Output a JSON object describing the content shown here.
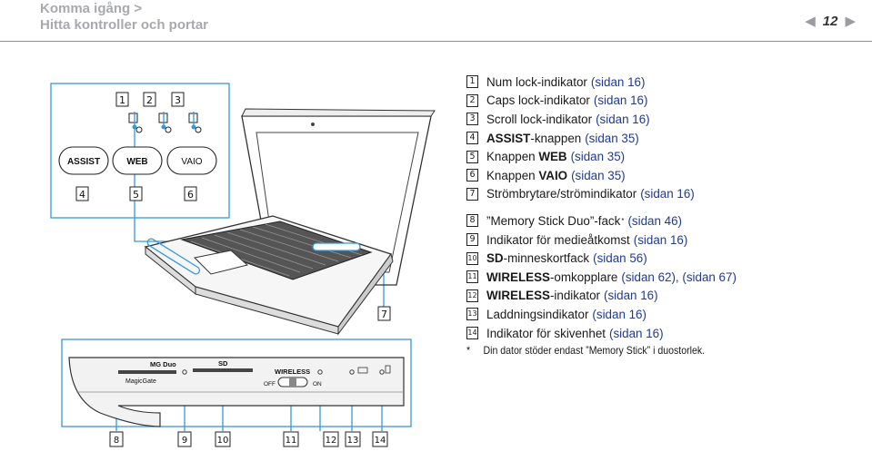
{
  "header": {
    "title": "Komma igång >",
    "subtitle": "Hitta kontroller och portar",
    "page_number": "12",
    "prev_icon": "triangle-left-icon",
    "next_icon": "triangle-right-icon"
  },
  "legend": [
    {
      "num": "1",
      "pre": "",
      "bold": "",
      "name": "Num lock-indikator",
      "ref": "(sidan 16)"
    },
    {
      "num": "2",
      "pre": "",
      "bold": "",
      "name": "Caps lock-indikator",
      "ref": "(sidan 16)"
    },
    {
      "num": "3",
      "pre": "",
      "bold": "",
      "name": "Scroll lock-indikator",
      "ref": "(sidan 16)"
    },
    {
      "num": "4",
      "pre": "",
      "bold": "ASSIST",
      "name": "-knappen",
      "ref": "(sidan 35)"
    },
    {
      "num": "5",
      "pre": "Knappen ",
      "bold": "WEB",
      "name": "",
      "ref": "(sidan 35)"
    },
    {
      "num": "6",
      "pre": "Knappen ",
      "bold": "VAIO",
      "name": "",
      "ref": "(sidan 35)"
    },
    {
      "num": "7",
      "pre": "",
      "bold": "",
      "name": "Strömbrytare/strömindikator",
      "ref": "(sidan 16)"
    },
    {
      "num": "8",
      "pre": "",
      "bold": "",
      "name": "”Memory Stick Duo”-fack",
      "sup": "*",
      "ref": "(sidan 46)"
    },
    {
      "num": "9",
      "pre": "",
      "bold": "",
      "name": "Indikator för medieåtkomst",
      "ref": "(sidan 16)"
    },
    {
      "num": "10",
      "pre": "",
      "bold": "SD",
      "name": "-minneskortfack",
      "ref": "(sidan 56)"
    },
    {
      "num": "11",
      "pre": "",
      "bold": "WIRELESS",
      "name": "-omkopplare",
      "ref": "(sidan 62), (sidan 67)"
    },
    {
      "num": "12",
      "pre": "",
      "bold": "WIRELESS",
      "name": "-indikator",
      "ref": "(sidan 16)"
    },
    {
      "num": "13",
      "pre": "",
      "bold": "",
      "name": "Laddningsindikator",
      "ref": "(sidan 16)"
    },
    {
      "num": "14",
      "pre": "",
      "bold": "",
      "name": "Indikator för skivenhet",
      "ref": "(sidan 16)"
    }
  ],
  "footnote": {
    "mark": "*",
    "text": "Din dator stöder endast ”Memory Stick” i duostorlek."
  },
  "figure": {
    "buttons": {
      "assist": "ASSIST",
      "web": "WEB",
      "vaio": "VAIO"
    },
    "callouts_top": [
      "1",
      "2",
      "3"
    ],
    "callouts_buttons": [
      "4",
      "5",
      "6"
    ],
    "callout_power": "7",
    "callouts_bottom": [
      "8",
      "9",
      "10",
      "11",
      "12",
      "13",
      "14"
    ],
    "front": {
      "ms_logo": "MG Duo",
      "magicgate": "MagicGate",
      "sd": "SD",
      "wireless": "WIRELESS",
      "off": "OFF",
      "on": "ON"
    }
  },
  "colors": {
    "header_gray": "#a7a9ac",
    "ref_blue": "#1f3a93",
    "callout_line": "#3399dd"
  }
}
